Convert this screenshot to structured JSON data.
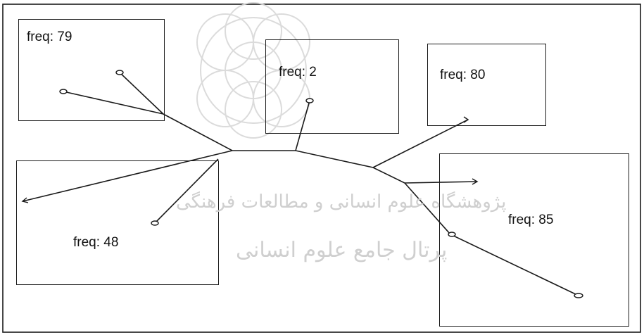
{
  "watermark": {
    "line1": "پژوهشگاه علوم انسانی و مطالعات فرهنگی",
    "line2": "پرتال جامع علوم انسانی"
  },
  "boxes": [
    {
      "id": "box-79",
      "label": "freq: 79"
    },
    {
      "id": "box-2",
      "label": "freq: 2"
    },
    {
      "id": "box-80",
      "label": "freq: 80"
    },
    {
      "id": "box-48",
      "label": "freq:  48"
    },
    {
      "id": "box-85",
      "label": "freq: 85"
    }
  ],
  "colors": {
    "line": "#1a1a1a",
    "watermark": "#cfcfcf"
  }
}
